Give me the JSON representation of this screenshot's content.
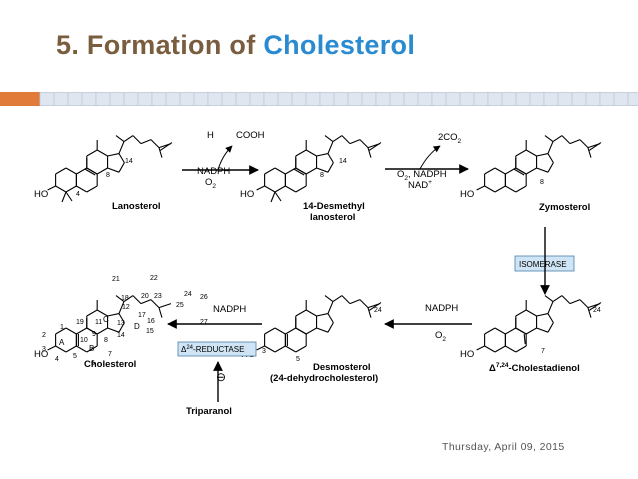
{
  "title": {
    "prefix": "5. Formation of",
    "highlight": "Cholesterol",
    "prefix_color": "#7a5c3e",
    "highlight_color": "#2a8bd0"
  },
  "rule": {
    "accent_color": "#e07b39",
    "grid_color": "#bcc8d8",
    "grid_fill": "#dfe6ef"
  },
  "diagram": {
    "molecules": {
      "lanosterol": "Lanosterol",
      "desmethyl_1": "14-Desmethyl",
      "desmethyl_2": "lanosterol",
      "zymosterol": "Zymosterol",
      "cholestadienol_prefix": "Δ",
      "cholestadienol_sup": "7,24",
      "cholestadienol_suffix": "-Cholestadienol",
      "desmosterol_1": "Desmosterol",
      "desmosterol_2": "(24-dehydrocholesterol)",
      "cholesterol": "Cholesterol"
    },
    "hydroxyl": "HO",
    "steps": {
      "step1_byproduct": "H",
      "step1_cooh": "COOH",
      "step1_cofactor_1": "NADPH",
      "step1_cofactor_2": "O",
      "step1_cofactor_2_sub": "2",
      "step2_byproduct": "2CO",
      "step2_byproduct_sub": "2",
      "step2_cofactor_1": "O",
      "step2_cofactor_1_sub": "2",
      "step2_cofactor_1b": ", NADPH",
      "step2_cofactor_2": "NAD",
      "step2_cofactor_2_sup": "+",
      "step3_enzyme": "ISOMERASE",
      "step4_cofactor_1": "NADPH",
      "step4_cofactor_2": "O",
      "step4_cofactor_2_sub": "2",
      "step5_cofactor": "NADPH",
      "step5_enzyme_prefix": "Δ",
      "step5_enzyme_sup": "24",
      "step5_enzyme_suffix": "-REDUCTASE",
      "inhibitor_symbol": "⊖",
      "inhibitor": "Triparanol",
      "enzyme_box_fill": "#cfe5f5",
      "enzyme_box_stroke": "#4a7fa8"
    },
    "numbers": {
      "n4": "4",
      "n8a": "8",
      "n14a": "14",
      "n14b": "14",
      "n8b": "8",
      "n24a": "24",
      "n8c": "8",
      "n7": "7",
      "n24b": "24",
      "n3": "3",
      "n5": "5",
      "c21": "21",
      "c22": "22",
      "c20": "20",
      "c23": "23",
      "c18": "18",
      "c25": "25",
      "c26": "26",
      "c24": "24",
      "c27": "27",
      "c12": "12",
      "c17": "17",
      "c19": "19",
      "c11": "11",
      "c13": "13",
      "c16": "16",
      "c1": "1",
      "c9": "9",
      "c2": "2",
      "c10": "10",
      "c8": "8",
      "c14": "14",
      "c15": "15",
      "c3": "3",
      "c5": "5",
      "c7": "7",
      "c4": "4",
      "c6": "6",
      "ringA": "A",
      "ringB": "B",
      "ringC": "C",
      "ringD": "D"
    }
  },
  "footer": {
    "date": "Thursday, April 09, 2015"
  }
}
